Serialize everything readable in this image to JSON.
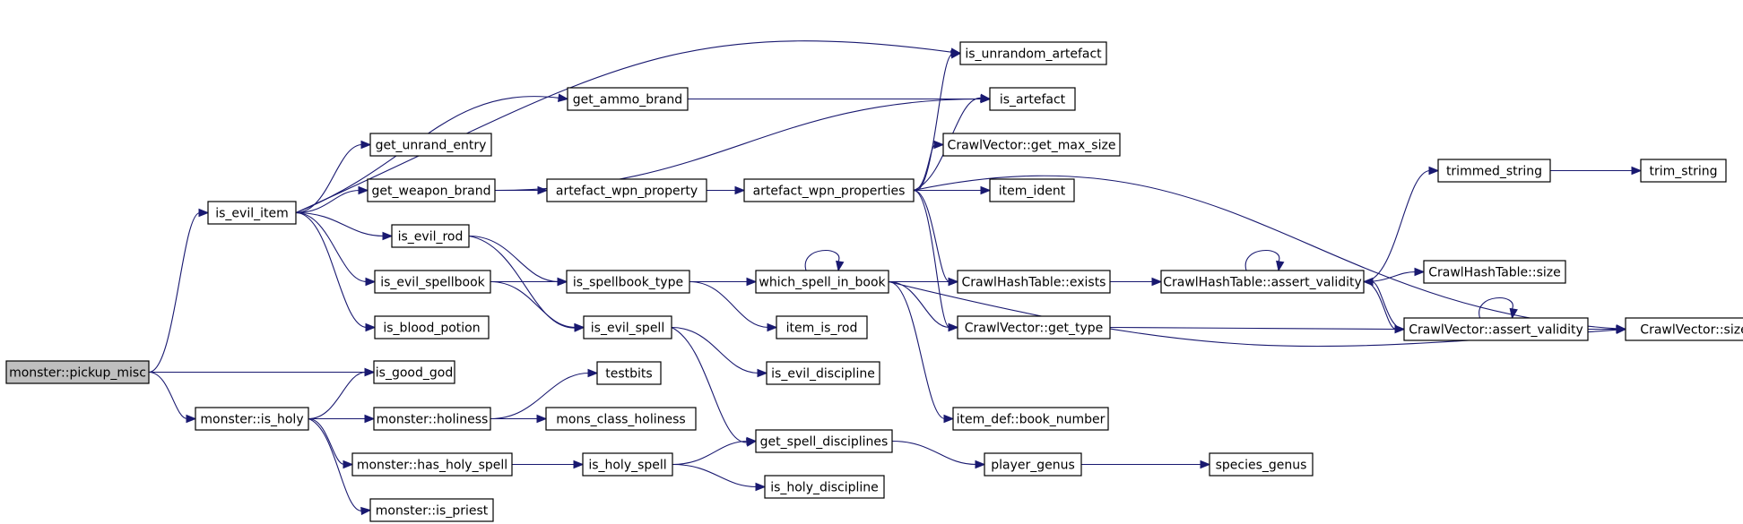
{
  "graph": {
    "colors": {
      "edge": "#191970",
      "node_border": "#000000",
      "root_fill": "#bfbfbf",
      "node_fill": "#ffffff"
    },
    "root": "monster::pickup_misc",
    "nodes": {
      "pickup_misc": "monster::pickup_misc",
      "is_evil_item": "is_evil_item",
      "is_good_god": "is_good_god",
      "is_holy": "monster::is_holy",
      "is_unrandom_artefact": "is_unrandom_artefact",
      "get_ammo_brand": "get_ammo_brand",
      "is_artefact": "is_artefact",
      "get_unrand_entry": "get_unrand_entry",
      "get_weapon_brand": "get_weapon_brand",
      "is_evil_rod": "is_evil_rod",
      "is_evil_spellbook": "is_evil_spellbook",
      "is_blood_potion": "is_blood_potion",
      "artefact_wpn_property": "artefact_wpn_property",
      "artefact_wpn_properties": "artefact_wpn_properties",
      "cv_get_max_size": "CrawlVector::get_max_size",
      "item_ident": "item_ident",
      "is_spellbook_type": "is_spellbook_type",
      "which_spell_in_book": "which_spell_in_book",
      "item_is_rod": "item_is_rod",
      "is_evil_spell": "is_evil_spell",
      "is_evil_discipline": "is_evil_discipline",
      "cht_exists": "CrawlHashTable::exists",
      "cv_get_type": "CrawlVector::get_type",
      "item_def_book_number": "item_def::book_number",
      "cht_assert_validity": "CrawlHashTable::assert_validity",
      "cht_size": "CrawlHashTable::size",
      "cv_assert_validity": "CrawlVector::assert_validity",
      "cv_size": "CrawlVector::size",
      "trimmed_string": "trimmed_string",
      "trim_string": "trim_string",
      "holiness": "monster::holiness",
      "mons_class_holiness": "mons_class_holiness",
      "testbits": "testbits",
      "has_holy_spell": "monster::has_holy_spell",
      "is_holy_spell": "is_holy_spell",
      "get_spell_disciplines": "get_spell_disciplines",
      "is_holy_discipline": "is_holy_discipline",
      "player_genus": "player_genus",
      "species_genus": "species_genus",
      "is_priest": "monster::is_priest"
    },
    "edges": [
      [
        "pickup_misc",
        "is_evil_item"
      ],
      [
        "pickup_misc",
        "is_good_god"
      ],
      [
        "pickup_misc",
        "is_holy"
      ],
      [
        "is_evil_item",
        "is_unrandom_artefact"
      ],
      [
        "is_evil_item",
        "get_ammo_brand"
      ],
      [
        "is_evil_item",
        "get_unrand_entry"
      ],
      [
        "is_evil_item",
        "get_weapon_brand"
      ],
      [
        "is_evil_item",
        "is_evil_rod"
      ],
      [
        "is_evil_item",
        "is_evil_spellbook"
      ],
      [
        "is_evil_item",
        "is_blood_potion"
      ],
      [
        "get_ammo_brand",
        "is_artefact"
      ],
      [
        "get_weapon_brand",
        "is_artefact"
      ],
      [
        "get_weapon_brand",
        "artefact_wpn_property"
      ],
      [
        "artefact_wpn_property",
        "artefact_wpn_properties"
      ],
      [
        "artefact_wpn_properties",
        "is_unrandom_artefact"
      ],
      [
        "artefact_wpn_properties",
        "is_artefact"
      ],
      [
        "artefact_wpn_properties",
        "cv_get_max_size"
      ],
      [
        "artefact_wpn_properties",
        "item_ident"
      ],
      [
        "artefact_wpn_properties",
        "cv_size"
      ],
      [
        "artefact_wpn_properties",
        "cht_exists"
      ],
      [
        "artefact_wpn_properties",
        "cv_get_type"
      ],
      [
        "is_evil_rod",
        "is_spellbook_type"
      ],
      [
        "is_evil_rod",
        "is_evil_spell"
      ],
      [
        "is_evil_spellbook",
        "is_spellbook_type"
      ],
      [
        "is_evil_spellbook",
        "is_evil_spell"
      ],
      [
        "is_spellbook_type",
        "which_spell_in_book"
      ],
      [
        "is_spellbook_type",
        "item_is_rod"
      ],
      [
        "which_spell_in_book",
        "which_spell_in_book"
      ],
      [
        "which_spell_in_book",
        "cht_exists"
      ],
      [
        "which_spell_in_book",
        "cv_get_type"
      ],
      [
        "which_spell_in_book",
        "item_def_book_number"
      ],
      [
        "which_spell_in_book",
        "cv_size"
      ],
      [
        "cht_exists",
        "cht_assert_validity"
      ],
      [
        "cht_assert_validity",
        "cht_assert_validity"
      ],
      [
        "cht_assert_validity",
        "trimmed_string"
      ],
      [
        "cht_assert_validity",
        "cht_size"
      ],
      [
        "cht_assert_validity",
        "cv_assert_validity"
      ],
      [
        "trimmed_string",
        "trim_string"
      ],
      [
        "cv_get_type",
        "cv_assert_validity"
      ],
      [
        "cv_assert_validity",
        "cv_assert_validity"
      ],
      [
        "cv_assert_validity",
        "cht_assert_validity"
      ],
      [
        "cv_assert_validity",
        "cv_size"
      ],
      [
        "is_evil_spell",
        "is_evil_discipline"
      ],
      [
        "is_evil_spell",
        "get_spell_disciplines"
      ],
      [
        "is_holy",
        "is_good_god"
      ],
      [
        "is_holy",
        "holiness"
      ],
      [
        "is_holy",
        "has_holy_spell"
      ],
      [
        "is_holy",
        "is_priest"
      ],
      [
        "holiness",
        "mons_class_holiness"
      ],
      [
        "holiness",
        "testbits"
      ],
      [
        "has_holy_spell",
        "is_holy_spell"
      ],
      [
        "is_holy_spell",
        "get_spell_disciplines"
      ],
      [
        "is_holy_spell",
        "is_holy_discipline"
      ],
      [
        "get_spell_disciplines",
        "player_genus"
      ],
      [
        "player_genus",
        "species_genus"
      ]
    ]
  }
}
